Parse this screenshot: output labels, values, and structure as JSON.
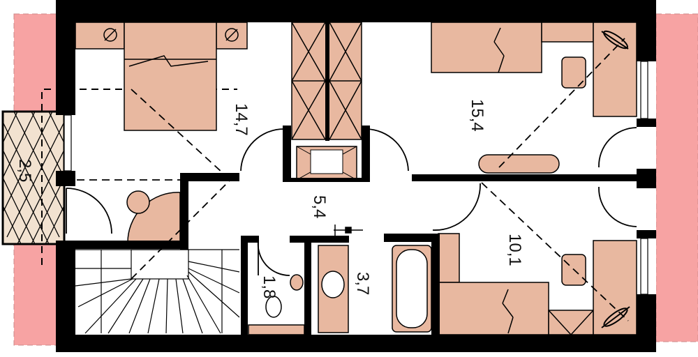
{
  "plan": {
    "colors": {
      "wall": "#000000",
      "furniture": "#e8b8a0",
      "exterior": "#f7a3a3",
      "balcony_fill": "#f2e2d0",
      "floor": "#ffffff"
    },
    "rooms": [
      {
        "id": "bedroom-left",
        "area": "14,7"
      },
      {
        "id": "bedroom-right-top",
        "area": "15,4"
      },
      {
        "id": "hall",
        "area": "5,4"
      },
      {
        "id": "bedroom-right-bottom",
        "area": "10,1"
      },
      {
        "id": "bathroom",
        "area": "3,7"
      },
      {
        "id": "wc",
        "area": "1,8"
      },
      {
        "id": "balcony",
        "area": "2,5"
      }
    ]
  }
}
